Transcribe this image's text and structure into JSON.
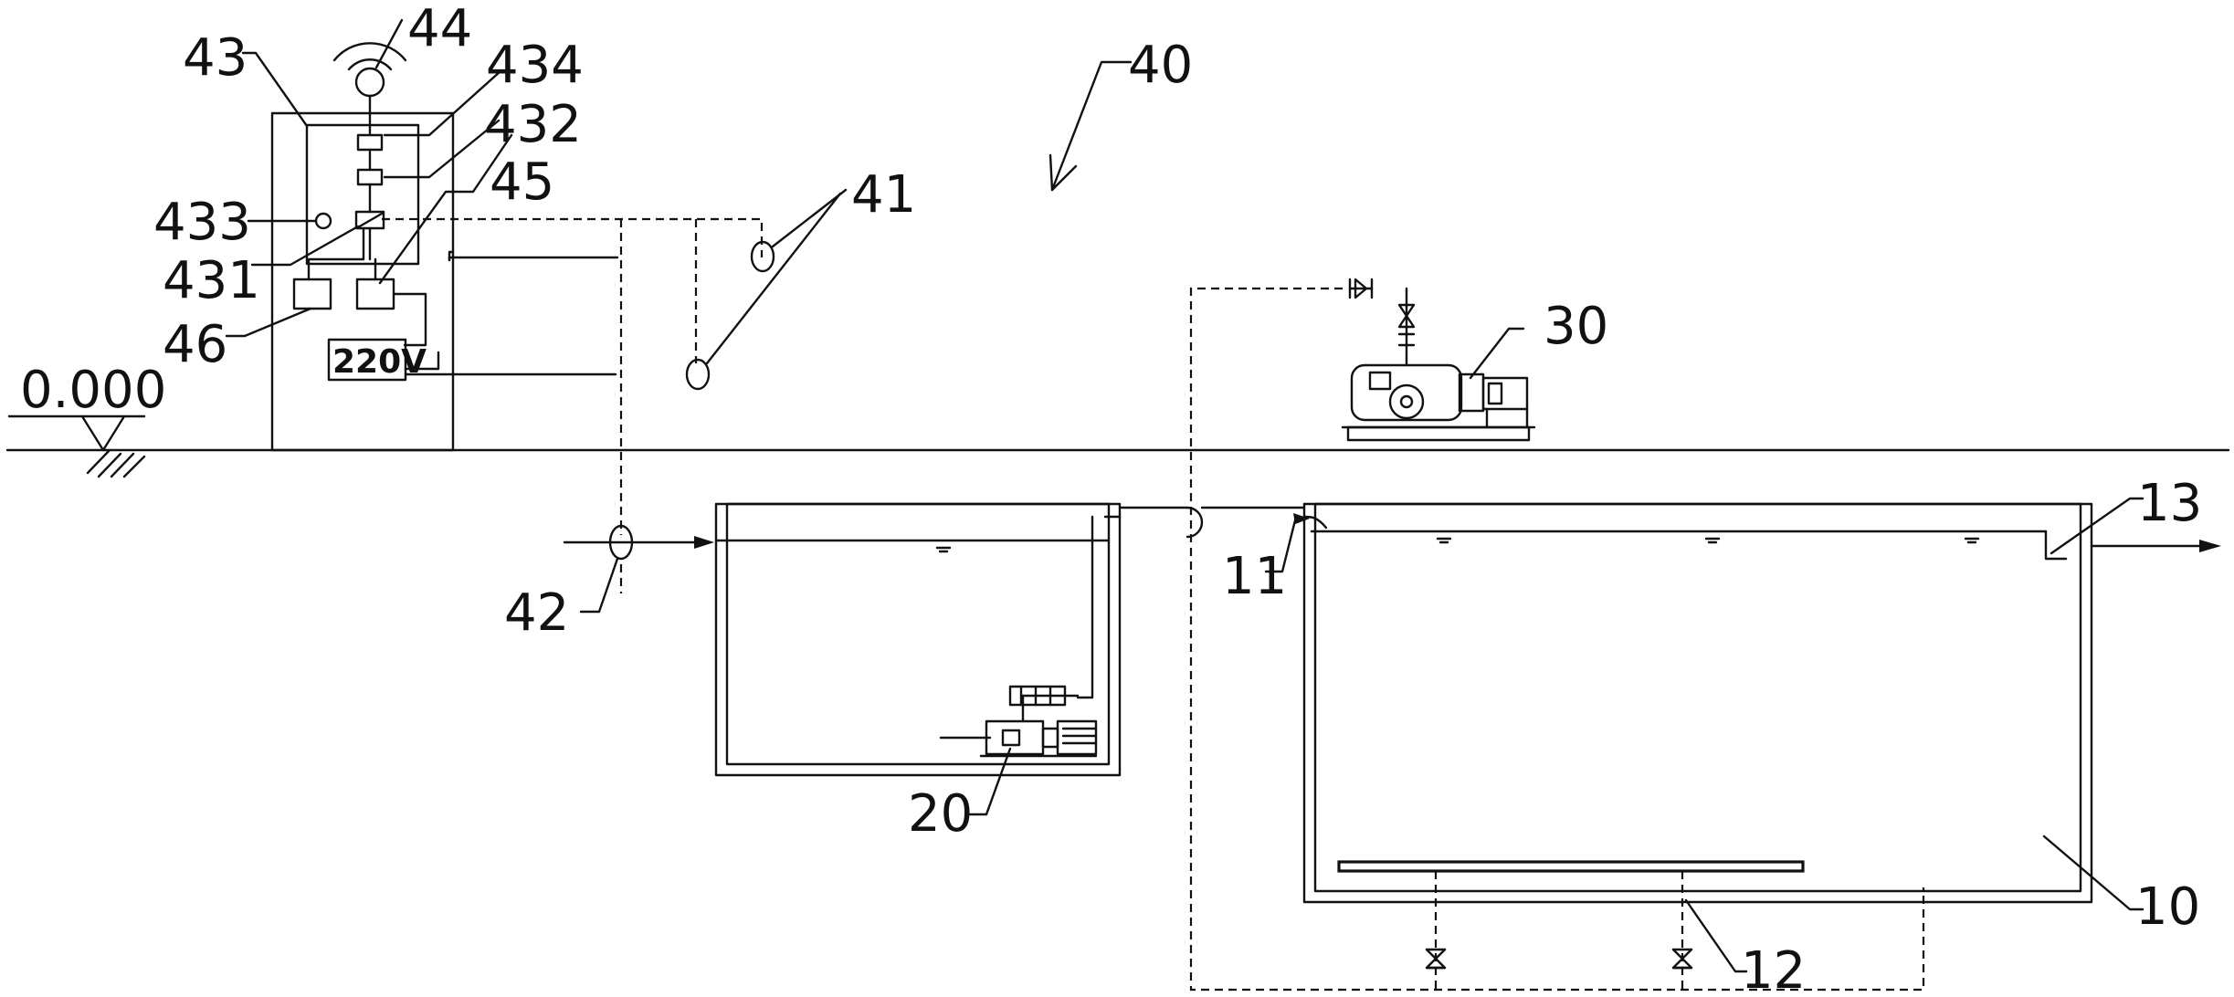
{
  "labels": {
    "ground_level": "0.000",
    "system": "40",
    "sensor_41": "41",
    "sensor_42": "42",
    "control_box": "43",
    "antenna": "44",
    "module_45": "45",
    "module_46": "46",
    "module_431": "431",
    "module_432": "432",
    "module_433": "433",
    "module_434": "434",
    "power_supply": "220V",
    "pump_tank": "20",
    "blower": "30",
    "main_tank": "10",
    "inlet": "11",
    "aerator": "12",
    "outlet": "13"
  }
}
